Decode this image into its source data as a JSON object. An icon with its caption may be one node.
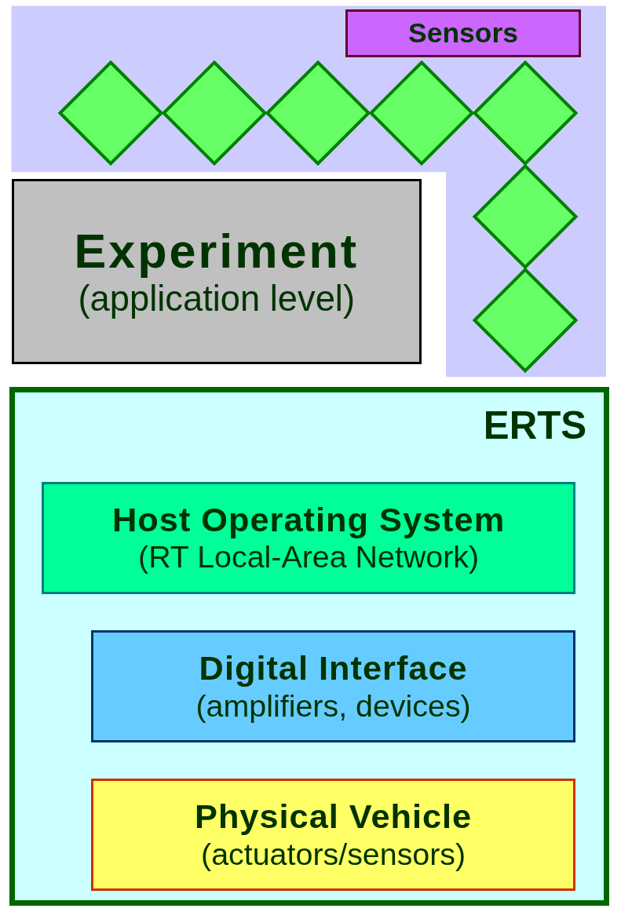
{
  "diagram": {
    "nodes": [
      {
        "text": [],
        "shape": "box"
      },
      {
        "text": [],
        "shape": "diamond",
        "in": 0
      },
      {
        "text": [],
        "shape": "diamond",
        "in": 0
      },
      {
        "text": [],
        "shape": "diamond",
        "in": 0
      },
      {
        "text": [],
        "shape": "diamond",
        "in": 0
      },
      {
        "text": [],
        "shape": "diamond",
        "in": 0
      },
      {
        "text": [],
        "shape": "diamond",
        "in": 0
      },
      {
        "text": [],
        "shape": "diamond",
        "in": 0
      },
      {
        "text": [
          "Sensors"
        ],
        "in": 0
      },
      {
        "text": [
          "Experiment",
          "(application level)"
        ]
      },
      {
        "text": [
          "ERTS"
        ]
      },
      {
        "text": [
          "Host Operating System",
          "(RT Local-Area Network)"
        ],
        "in": 10
      },
      {
        "text": [
          "Digital Interface",
          "(amplifiers, devices)"
        ],
        "in": 10
      },
      {
        "text": [
          "Physical Vehicle",
          "(actuators/sensors)"
        ],
        "in": 10
      }
    ],
    "edges": []
  }
}
